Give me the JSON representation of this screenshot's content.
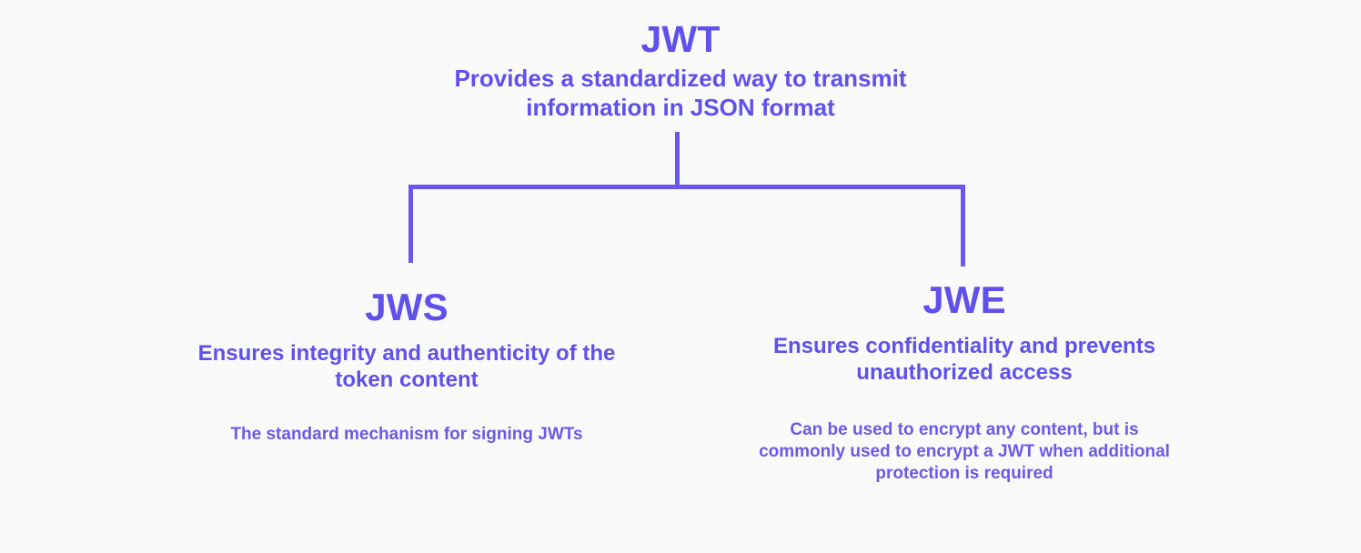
{
  "canvas": {
    "background_color": "#fafafb",
    "accent_color": "#6050ec",
    "connector_color": "#6a57f0"
  },
  "root": {
    "title": "JWT",
    "description": "Provides a standardized way to transmit information in JSON format"
  },
  "branches": [
    {
      "id": "jws",
      "title": "JWS",
      "description": "Ensures integrity and authenticity of the token content",
      "note": "The standard mechanism for signing JWTs"
    },
    {
      "id": "jwe",
      "title": "JWE",
      "description": "Ensures confidentiality and prevents unauthorized access",
      "note": "Can be used to encrypt any content, but is commonly used to encrypt a JWT when additional protection is required"
    }
  ]
}
